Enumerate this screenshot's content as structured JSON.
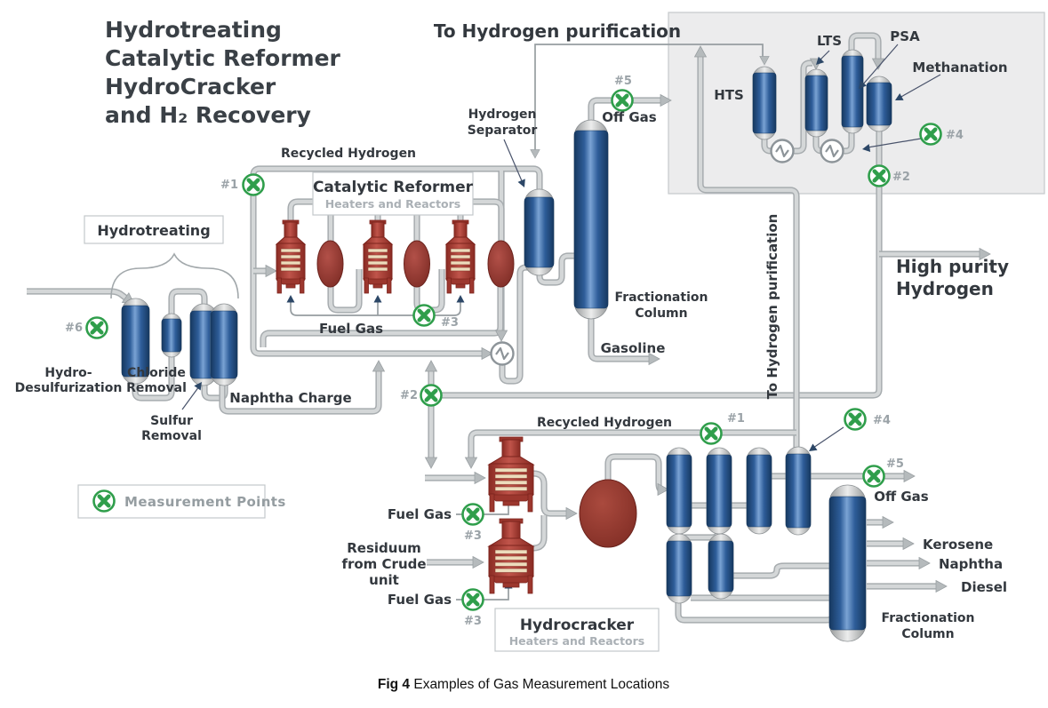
{
  "colors": {
    "accent_green": "#2f9e4b",
    "pipe_gray": "#a7acaf",
    "vessel_blue": "#2e5d99",
    "heater_red": "#b5443a",
    "reactor_dark_red": "#8f362e",
    "text_dark": "#33383e",
    "text_gray": "#9aa2a7"
  },
  "title": {
    "lines": [
      "Hydrotreating",
      "Catalytic Reformer",
      "HydroCracker",
      "and H₂ Recovery"
    ]
  },
  "top": {
    "to_h2_purification": "To Hydrogen purification",
    "recycled_hydrogen": "Recycled Hydrogen",
    "hydrogen_separator_l1": "Hydrogen",
    "hydrogen_separator_l2": "Separator",
    "mp5": "#5",
    "off_gas": "Off Gas",
    "mp1": "#1"
  },
  "purification_unit": {
    "hts": "HTS",
    "lts": "LTS",
    "psa": "PSA",
    "methanation": "Methanation",
    "mp4": "#4",
    "mp2": "#2"
  },
  "hydrotreating": {
    "box_label": "Hydrotreating",
    "mp6": "#6",
    "hydro_desulfurization_l1": "Hydro-",
    "hydro_desulfurization_l2": "Desulfurization",
    "chloride_l1": "Chloride",
    "chloride_l2": "Removal",
    "sulfur_l1": "Sulfur",
    "sulfur_l2": "Removal",
    "naphtha_charge": "Naphtha Charge"
  },
  "reformer": {
    "title": "Catalytic Reformer",
    "subtitle": "Heaters and Reactors",
    "fuel_gas": "Fuel Gas",
    "mp3": "#3",
    "mp2": "#2"
  },
  "fractionation_top": {
    "label_l1": "Fractionation",
    "label_l2": "Column",
    "gasoline": "Gasoline"
  },
  "right": {
    "high_purity_l1": "High purity",
    "high_purity_l2": "Hydrogen",
    "to_h2_purification_vertical": "To Hydrogen purification"
  },
  "hydrocracker": {
    "title": "Hydrocracker",
    "subtitle": "Heaters and Reactors",
    "recycled_hydrogen": "Recycled Hydrogen",
    "mp1": "#1",
    "mp4": "#4",
    "mp5": "#5",
    "off_gas": "Off Gas",
    "fuel_gas_1": "Fuel Gas",
    "mp3_1": "#3",
    "fuel_gas_2": "Fuel Gas",
    "mp3_2": "#3",
    "residuum_l1": "Residuum",
    "residuum_l2": "from Crude",
    "residuum_l3": "unit"
  },
  "fractionation_bottom": {
    "label_l1": "Fractionation",
    "label_l2": "Column",
    "kerosene": "Kerosene",
    "naphtha": "Naphtha",
    "diesel": "Diesel"
  },
  "legend": {
    "text": "Measurement Points"
  },
  "caption": {
    "fig": "Fig 4",
    "text": " Examples of Gas Measurement Locations"
  }
}
